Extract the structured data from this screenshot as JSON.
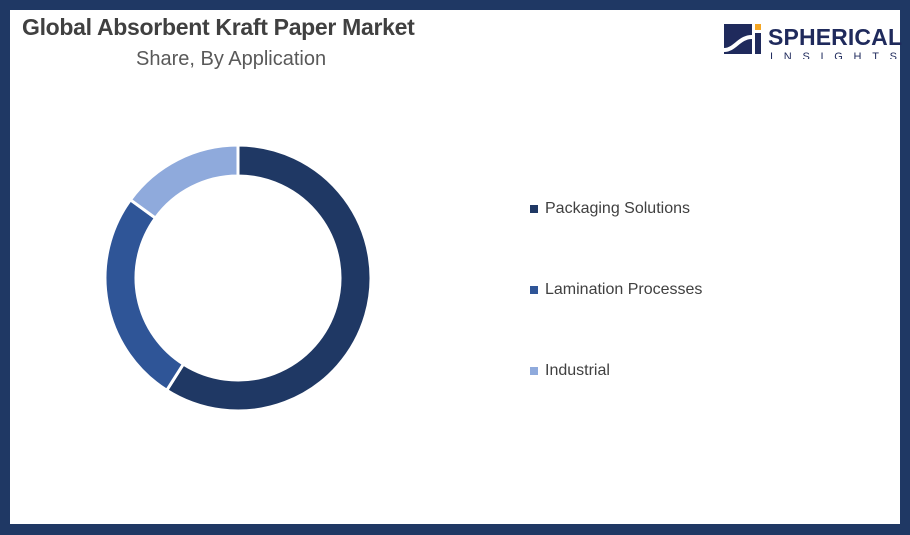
{
  "title": "Global Absorbent Kraft Paper Market",
  "subtitle": "Share, By Application",
  "logo": {
    "line1": "SPHERICAL",
    "line2": "INSIGHTS"
  },
  "chart_data": {
    "type": "pie",
    "donut": true,
    "title": "Global Absorbent Kraft Paper Market",
    "subtitle": "Share, By Application",
    "categories": [
      "Packaging Solutions",
      "Lamination Processes",
      "Industrial"
    ],
    "values": [
      59,
      26,
      15
    ],
    "colors": [
      "#1f3864",
      "#2f5597",
      "#8faadc"
    ],
    "legend_position": "right"
  }
}
